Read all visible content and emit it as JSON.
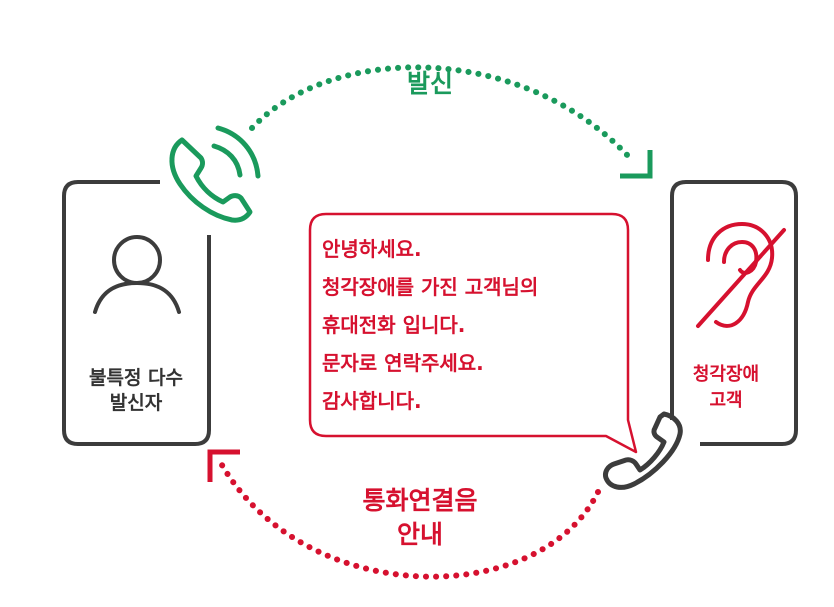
{
  "colors": {
    "green": "#1a9a5c",
    "red": "#d6112f",
    "frame": "#3c3c3c"
  },
  "top_arrow": {
    "label": "발신"
  },
  "bottom_arrow": {
    "lines": [
      "통화연결음",
      "안내"
    ]
  },
  "caller": {
    "lines": [
      "불특정 다수",
      "발신자"
    ],
    "icon": "person-icon",
    "phone_icon": "ringing-phone-icon"
  },
  "callee": {
    "lines": [
      "청각장애",
      "고객"
    ],
    "icon": "hearing-impaired-ear-icon",
    "phone_icon": "phone-handset-icon"
  },
  "bubble": {
    "lines": [
      "안녕하세요.",
      "청각장애를 가진 고객님의",
      "휴대전화 입니다.",
      "문자로 연락주세요.",
      "감사합니다."
    ]
  }
}
